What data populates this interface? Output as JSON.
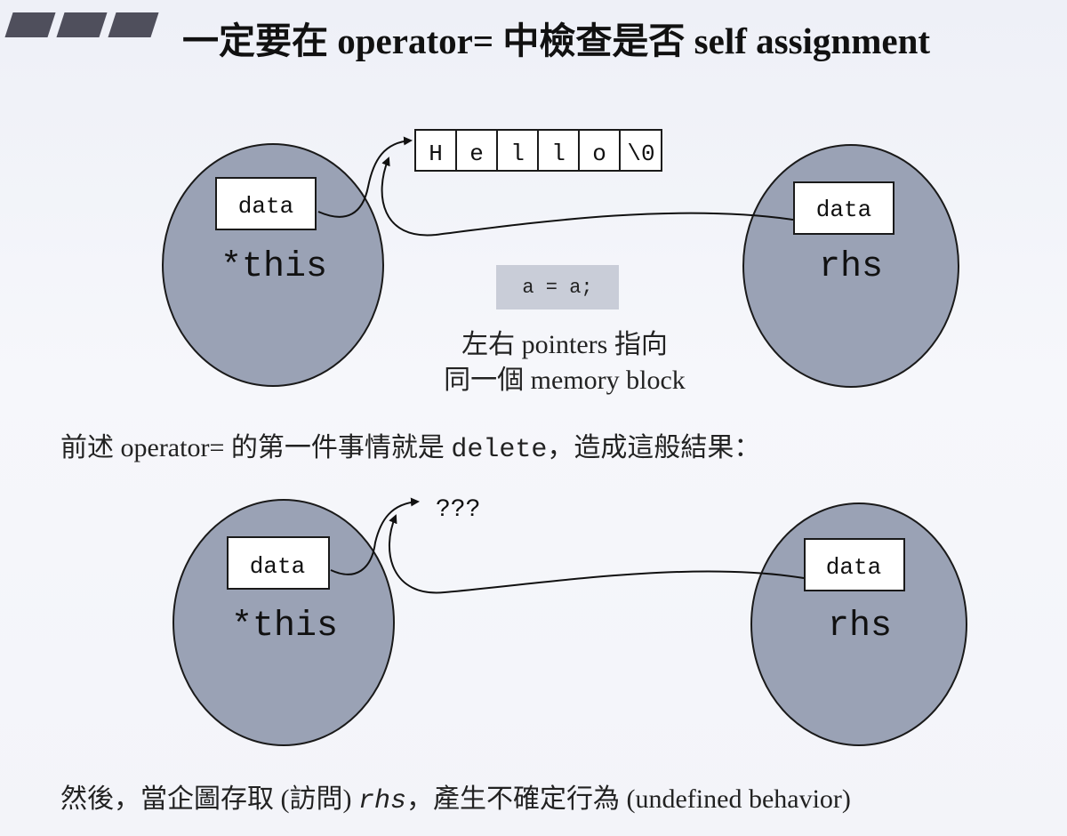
{
  "title": {
    "prefix": "一定要在 ",
    "operator": "operator=",
    "suffix": " 中檢查是否 self assignment"
  },
  "diagram_top": {
    "left_node": {
      "field": "data",
      "name": "*this"
    },
    "right_node": {
      "field": "data",
      "name": "rhs"
    },
    "memory_cells": [
      "H",
      "e",
      "l",
      "l",
      "o",
      "\\0"
    ],
    "code": "a = a;",
    "caption_line1": "左右 pointers 指向",
    "caption_line2": "同一個 memory block"
  },
  "middle_text": {
    "before": "前述 operator= 的第一件事情就是 ",
    "code": "delete",
    "after": "，造成這般結果："
  },
  "diagram_bottom": {
    "left_node": {
      "field": "data",
      "name": "*this"
    },
    "right_node": {
      "field": "data",
      "name": "rhs"
    },
    "unknown": "???"
  },
  "bottom_text": {
    "before": "然後，當企圖存取 (訪問) ",
    "code": "rhs",
    "after": "，產生不確定行為 (undefined behavior)"
  },
  "colors": {
    "node_fill": "#9aa2b5",
    "node_stroke": "#1a1a1a",
    "box_fill": "#ffffff",
    "code_bg": "#c9cdd8"
  }
}
